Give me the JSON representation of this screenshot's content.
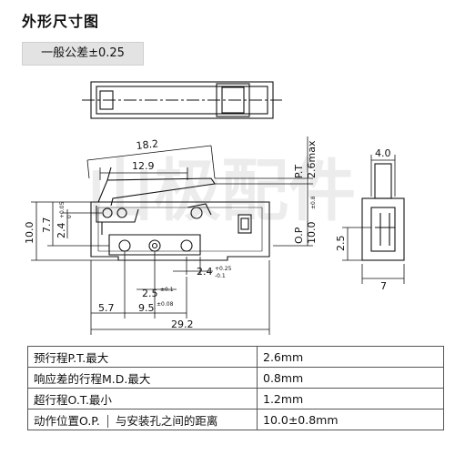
{
  "header": {
    "title": "外形尺寸图",
    "tolerance": "一般公差±0.25"
  },
  "watermark": "山极配件",
  "dimensions": {
    "lever_length": "18.2",
    "lever_inner": "12.9",
    "pt_label": "P.T",
    "pt_value": "2.6max",
    "op_label": "O.P",
    "op_value": "10.0",
    "op_tol": "±0.8",
    "height_10": "10.0",
    "h_77": "7.7",
    "h_24": "2.4",
    "h_24_tol_plus": "+0.05",
    "h_24_tol_minus": "0",
    "hole_24": "2.4",
    "hole_24_tol_plus": "+0.25",
    "hole_24_tol_minus": "-0.1",
    "d_25": "2.5",
    "d_25_tol": "±0.1",
    "d_57": "5.7",
    "d_95": "9.5",
    "d_95_tol": "±0.08",
    "d_292": "29.2",
    "side_40": "4.0",
    "side_25": "2.5",
    "side_7": "7"
  },
  "spec_table": [
    {
      "key": "预行程P.T.最大",
      "value": "2.6mm"
    },
    {
      "key": "响应差的行程M.D.最大",
      "value": "0.8mm"
    },
    {
      "key": "超行程O.T.最小",
      "value": "1.2mm"
    },
    {
      "key": "动作位置O.P.",
      "key2": "与安装孔之间的距离",
      "value": "10.0±0.8mm"
    }
  ]
}
